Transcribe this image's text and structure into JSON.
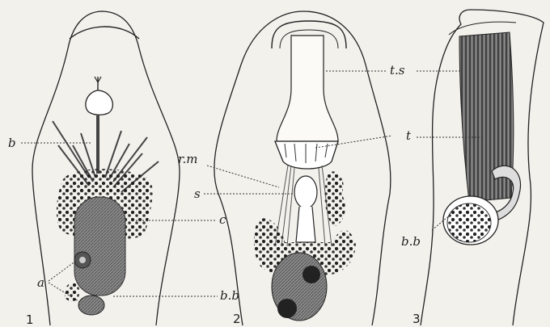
{
  "figure": {
    "panel_numbers": [
      "1",
      "2",
      "3"
    ],
    "labels": {
      "b": "b",
      "a": "a",
      "c": "c",
      "bb1": "b.b",
      "rm": "r.m",
      "s": "s",
      "ts": "t.s",
      "t": "t",
      "bb3": "b.b"
    }
  }
}
